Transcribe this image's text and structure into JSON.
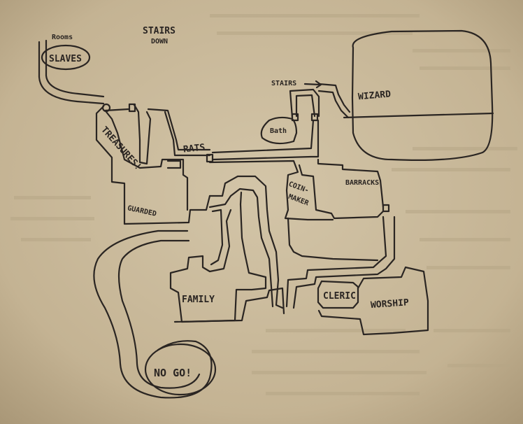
{
  "map": {
    "labels": {
      "rooms": "Rooms",
      "slaves": "SLAVES",
      "stairs_down_1": "STAIRS",
      "stairs_down_2": "DOWN",
      "stairs": "STAIRS",
      "wizard": "WIZARD",
      "bath": "Bath",
      "rats": "RATS",
      "treasures": "TREASURES!",
      "guarded": "GUARDED",
      "coin_maker_1": "COIN-",
      "coin_maker_2": "MAKER",
      "barracks": "BARRACKS",
      "family": "FAMILY",
      "cleric": "CLERIC",
      "worship": "WORSHIP",
      "no_go": "NO GO!"
    },
    "colors": {
      "paper": "#c9b99a",
      "ink": "#2a2522"
    }
  }
}
